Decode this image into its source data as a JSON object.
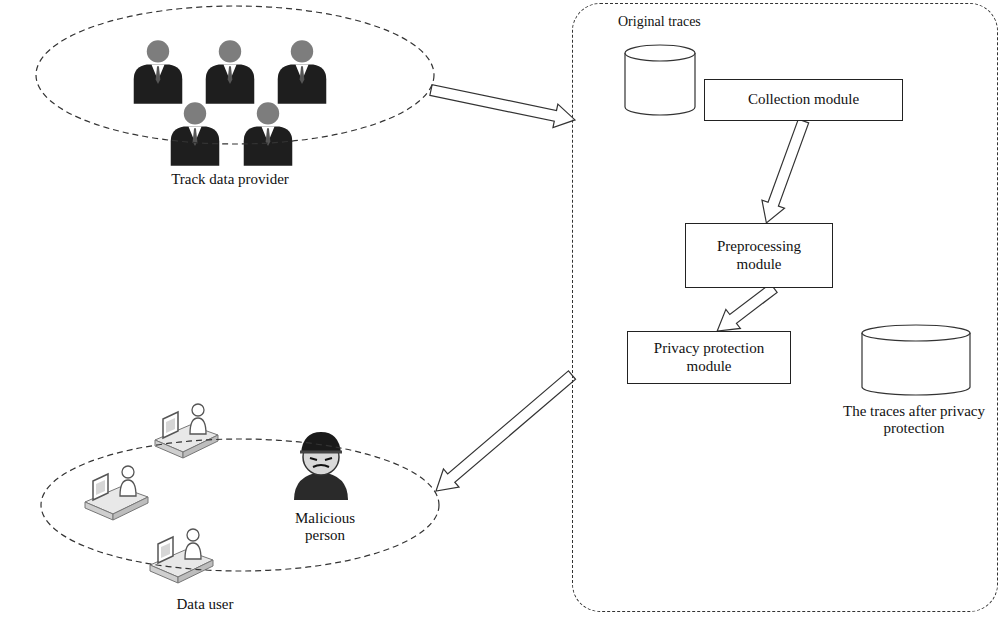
{
  "diagram": {
    "nodes": [
      {
        "text": [
          "Track data provider"
        ]
      },
      {
        "text": [
          "Malicious person",
          "Data user"
        ]
      },
      {
        "text": [
          "Original traces"
        ]
      },
      {
        "text": [
          "Collection module"
        ],
        "in": 2
      },
      {
        "text": [
          "Preprocessing module"
        ],
        "in": 2
      },
      {
        "text": [
          "Privacy protection module"
        ],
        "in": 2
      }
    ],
    "edges": [
      {
        "from": 0,
        "to": 2,
        "arrow": "to"
      },
      {
        "from": 3,
        "to": 4,
        "arrow": "to"
      },
      {
        "from": 4,
        "to": 5,
        "arrow": "to"
      },
      {
        "from": 2,
        "to": 1,
        "arrow": "to"
      }
    ],
    "labels": [
      "The traces after privacy protection"
    ]
  }
}
